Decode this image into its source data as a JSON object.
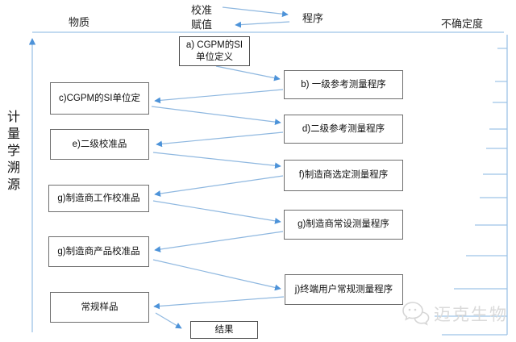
{
  "labels": {
    "material": "物质",
    "calibration": "校准",
    "assignment": "赋值",
    "procedure": "程序",
    "uncertainty": "不确定度",
    "traceability": "计量学溯源"
  },
  "boxes": {
    "a": "a) CGPM的SI\n单位定义",
    "b": "b) 一级参考测量程序",
    "c": "c)CGPM的SI单位定",
    "d": "d)二级参考测量程序",
    "e": "e)二级校准品",
    "f": "f)制造商选定测量程序",
    "g_standing": "g)制造商常设测量程序",
    "g_working": "g)制造商工作校准品",
    "g_product": "g)制造商产品校准品",
    "j": "j)终端用户常规测量程序",
    "routine_sample": "常规样品",
    "result": "结果"
  },
  "watermark": {
    "text": "迈克生物",
    "icon": "chat-bubbles-icon"
  },
  "colors": {
    "flow_line": "#8FB8E0",
    "arrowhead": "#4D93D9",
    "axis_line": "#9DC3E6",
    "box_border": "#6e6e6e",
    "watermark": "#dadada"
  }
}
